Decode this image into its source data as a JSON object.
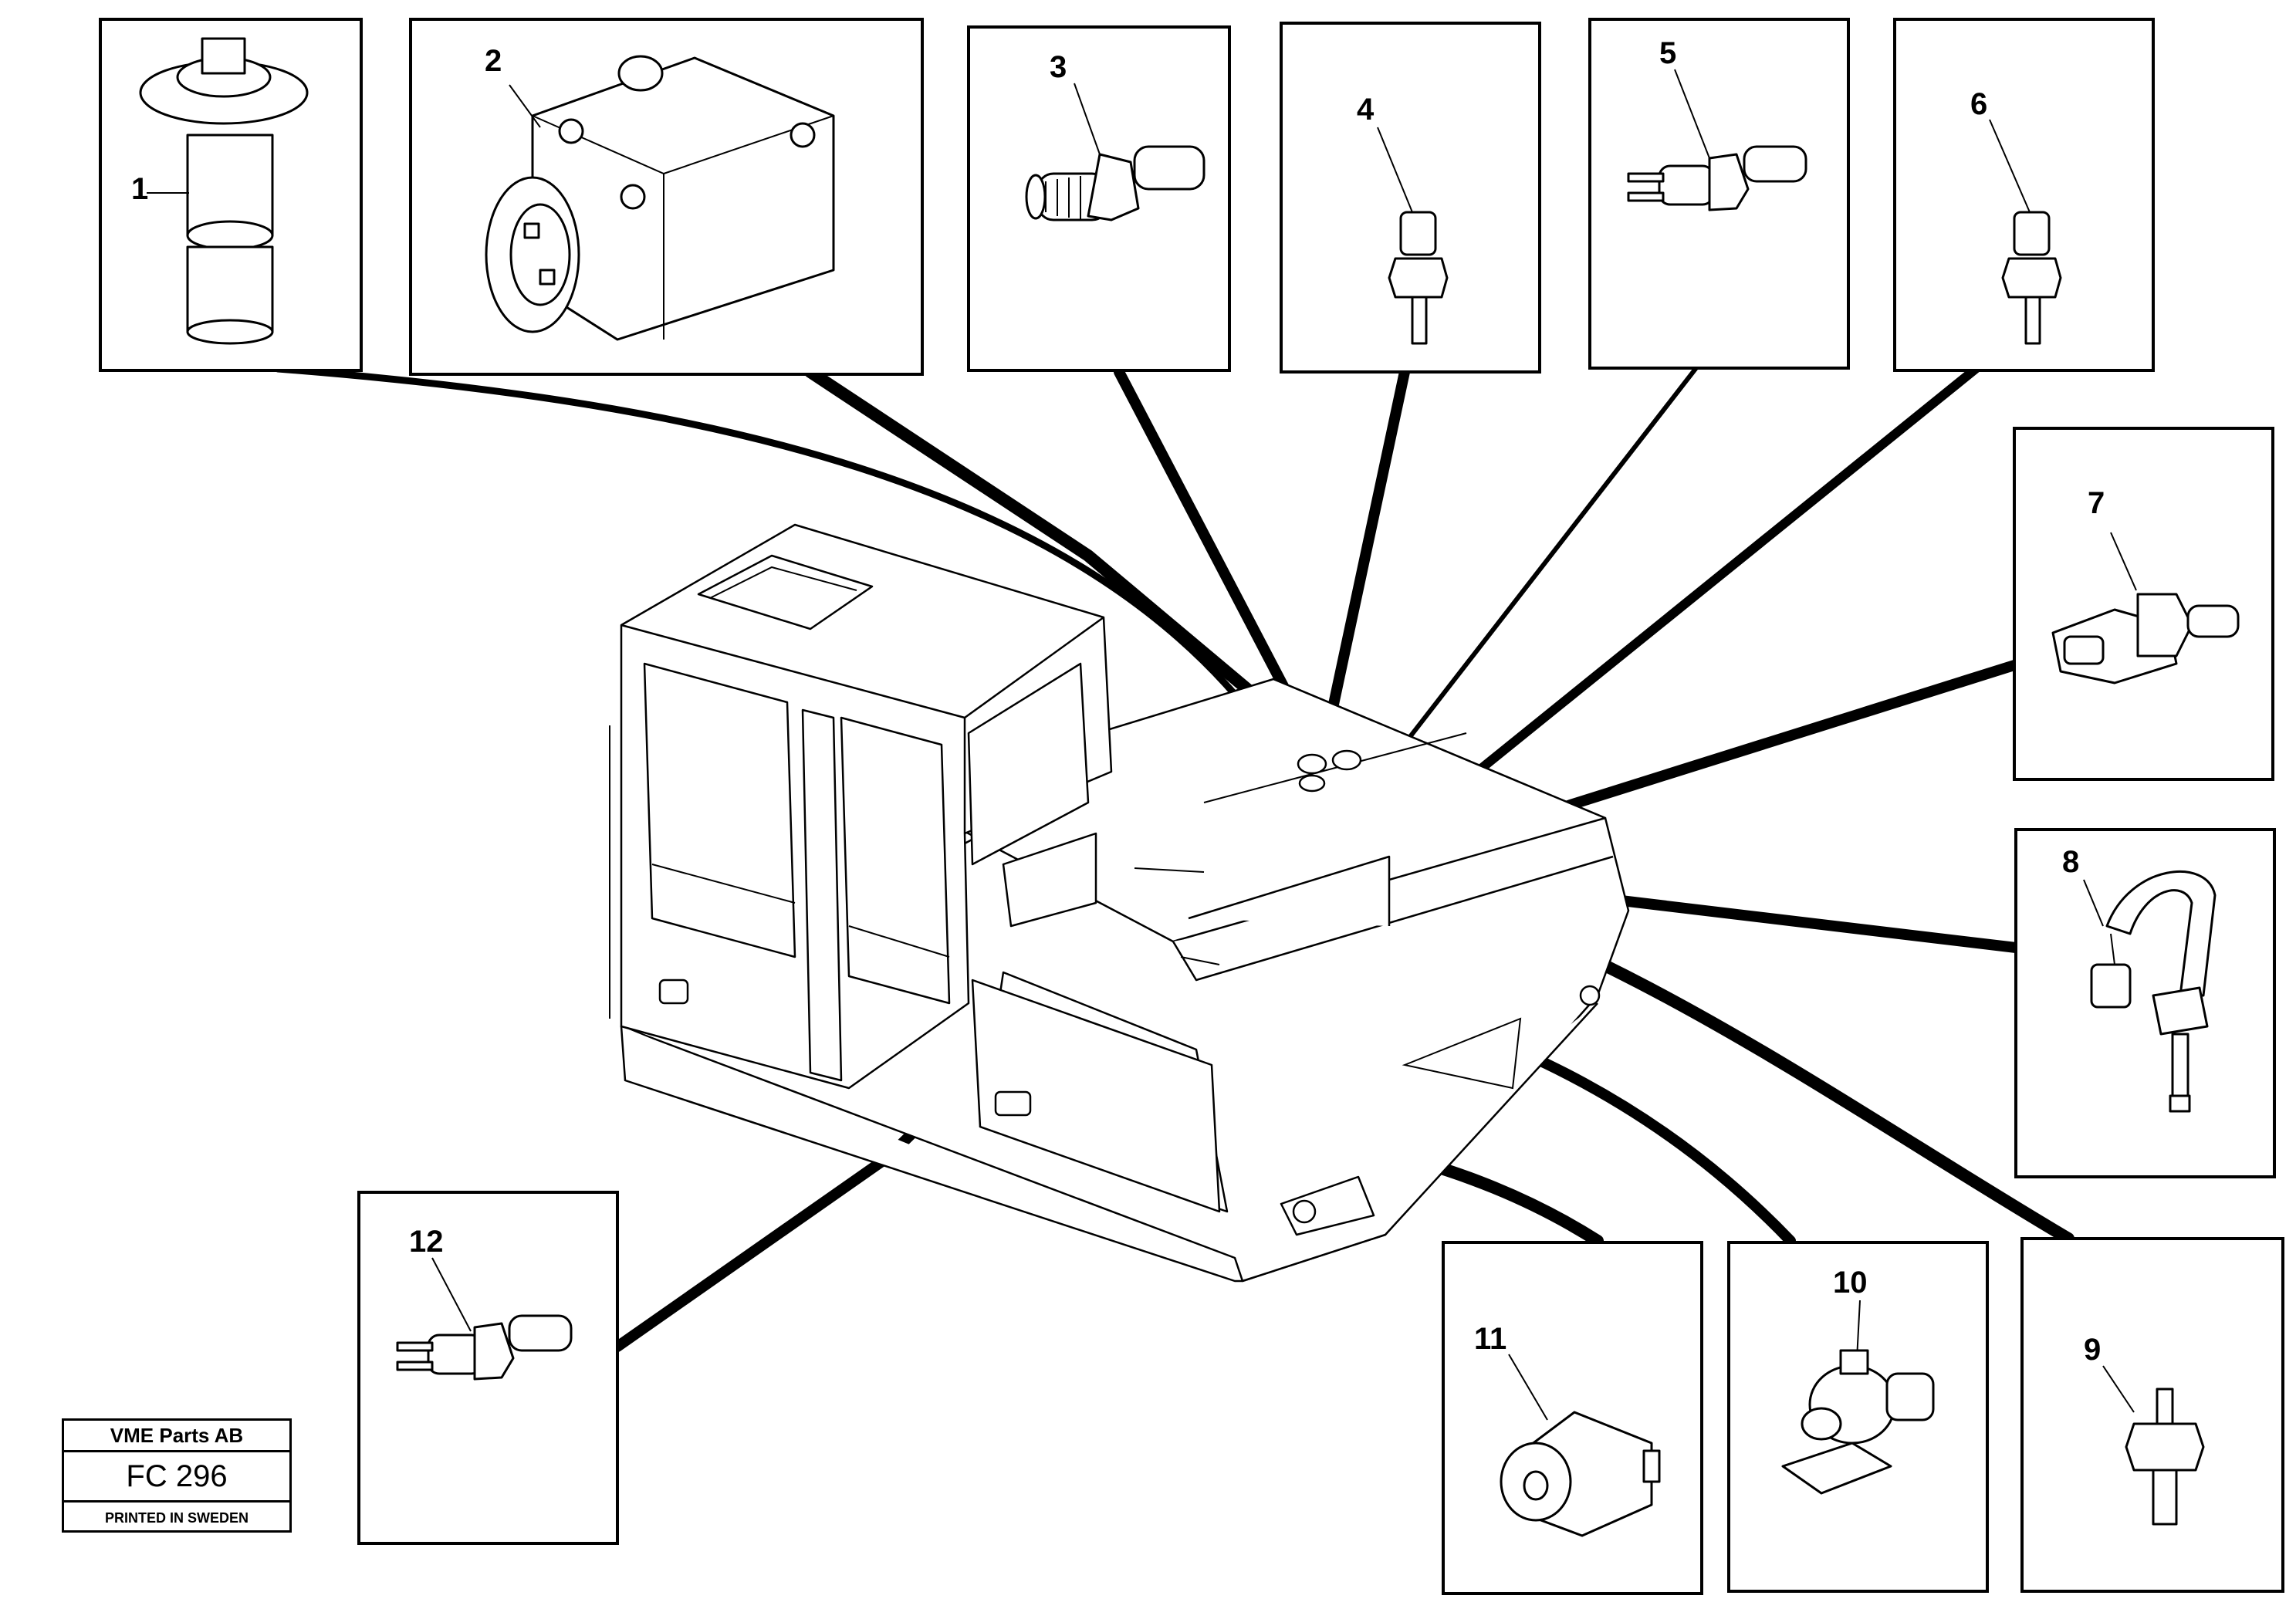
{
  "title_block": {
    "company": "VME Parts AB",
    "code": "FC 296",
    "printed": "PRINTED IN SWEDEN"
  },
  "callouts": [
    {
      "number": "1",
      "icon": "temperature-gauge-sender-icon"
    },
    {
      "number": "2",
      "icon": "limit-switch-icon"
    },
    {
      "number": "3",
      "icon": "pressure-sensor-icon"
    },
    {
      "number": "4",
      "icon": "temperature-sensor-icon"
    },
    {
      "number": "5",
      "icon": "pressure-switch-icon"
    },
    {
      "number": "6",
      "icon": "temperature-sensor-icon"
    },
    {
      "number": "7",
      "icon": "pressure-sender-icon"
    },
    {
      "number": "8",
      "icon": "temperature-sensor-with-cable-icon"
    },
    {
      "number": "9",
      "icon": "temperature-sensor-icon"
    },
    {
      "number": "10",
      "icon": "solenoid-valve-icon"
    },
    {
      "number": "11",
      "icon": "pressure-switch-round-icon"
    },
    {
      "number": "12",
      "icon": "pressure-switch-icon"
    }
  ]
}
